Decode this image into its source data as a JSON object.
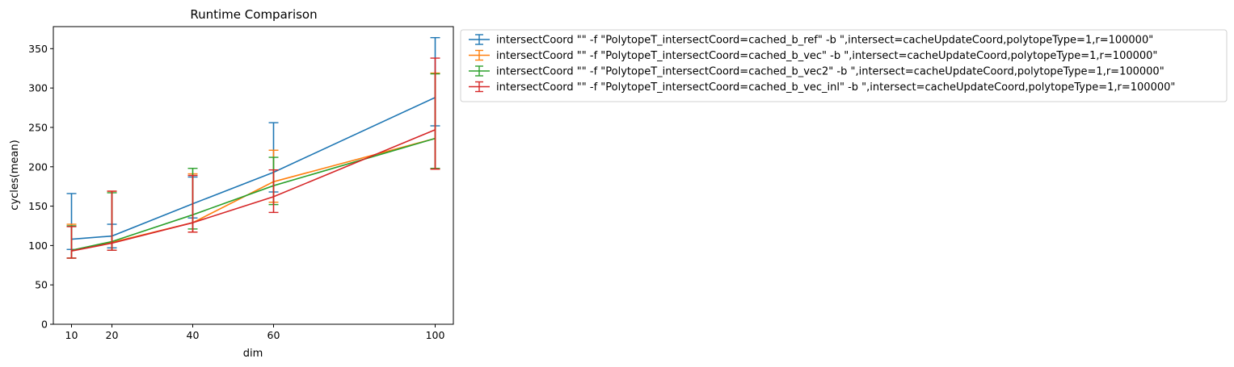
{
  "chart_data": {
    "type": "line",
    "title": "Runtime Comparison",
    "xlabel": "dim",
    "ylabel": "cycles(mean)",
    "x": [
      10,
      20,
      40,
      60,
      100
    ],
    "xticks": [
      "10",
      "20",
      "40",
      "60",
      "100"
    ],
    "yticks": [
      "0",
      "50",
      "100",
      "150",
      "200",
      "250",
      "300",
      "350"
    ],
    "xlim": [
      5.5,
      104.5
    ],
    "ylim": [
      0,
      378
    ],
    "grid": false,
    "legend_position": "outside upper right",
    "series": [
      {
        "name": "intersectCoord \"\" -f \"PolytopeT_intersectCoord=cached_b_ref\" -b \",intersect=cacheUpdateCoord,polytopeType=1,r=100000\"",
        "color": "#1f77b4",
        "values": [
          108,
          112,
          153,
          193,
          288
        ],
        "err_low": [
          95,
          97,
          135,
          168,
          252
        ],
        "err_high": [
          166,
          127,
          187,
          256,
          364
        ]
      },
      {
        "name": "intersectCoord \"\" -f \"PolytopeT_intersectCoord=cached_b_vec\" -b \",intersect=cacheUpdateCoord,polytopeType=1,r=100000\"",
        "color": "#ff7f0e",
        "values": [
          94,
          104,
          129,
          181,
          236
        ],
        "err_low": [
          84,
          94,
          117,
          155,
          197
        ],
        "err_high": [
          127,
          169,
          191,
          221,
          319
        ]
      },
      {
        "name": "intersectCoord \"\" -f \"PolytopeT_intersectCoord=cached_b_vec2\" -b \",intersect=cacheUpdateCoord,polytopeType=1,r=100000\"",
        "color": "#2ca02c",
        "values": [
          94,
          105,
          139,
          176,
          236
        ],
        "err_low": [
          84,
          94,
          121,
          152,
          198
        ],
        "err_high": [
          125,
          167,
          198,
          212,
          318
        ]
      },
      {
        "name": "intersectCoord \"\" -f \"PolytopeT_intersectCoord=cached_b_vec_inl\" -b \",intersect=cacheUpdateCoord,polytopeType=1,r=100000\"",
        "color": "#d62728",
        "values": [
          93,
          103,
          129,
          162,
          247
        ],
        "err_low": [
          84,
          94,
          117,
          142,
          197
        ],
        "err_high": [
          124,
          169,
          189,
          196,
          338
        ]
      }
    ]
  }
}
